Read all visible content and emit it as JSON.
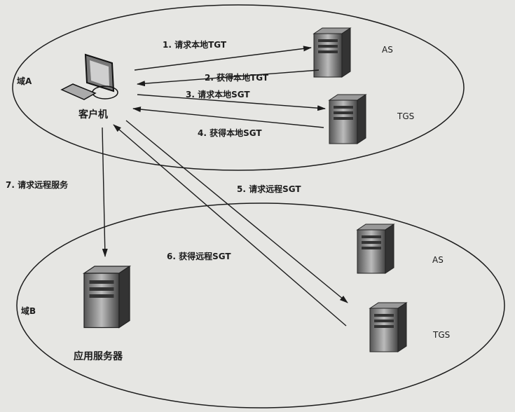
{
  "domain_a": {
    "label": "域A",
    "client_label": "客户机",
    "as_label": "AS",
    "tgs_label": "TGS"
  },
  "domain_b": {
    "label": "域B",
    "app_server_label": "应用服务器",
    "as_label": "AS",
    "tgs_label": "TGS"
  },
  "steps": [
    "1. 请求本地TGT",
    "2. 获得本地TGT",
    "3. 请求本地SGT",
    "4. 获得本地SGT",
    "5. 请求远程SGT",
    "6. 获得远程SGT",
    "7. 请求远程服务"
  ]
}
